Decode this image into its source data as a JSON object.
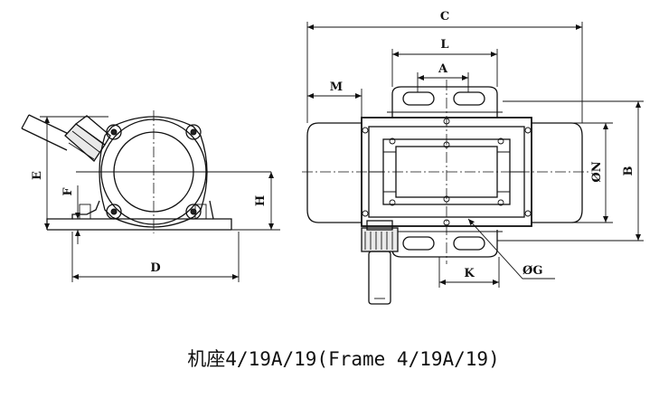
{
  "labels": {
    "C": "C",
    "L": "L",
    "A": "A",
    "M": "M",
    "N": "ØN",
    "B": "B",
    "E": "E",
    "F": "F",
    "H": "H",
    "D": "D",
    "K": "K",
    "G": "ØG"
  },
  "caption": "机座4/19A/19(Frame 4/19A/19)"
}
